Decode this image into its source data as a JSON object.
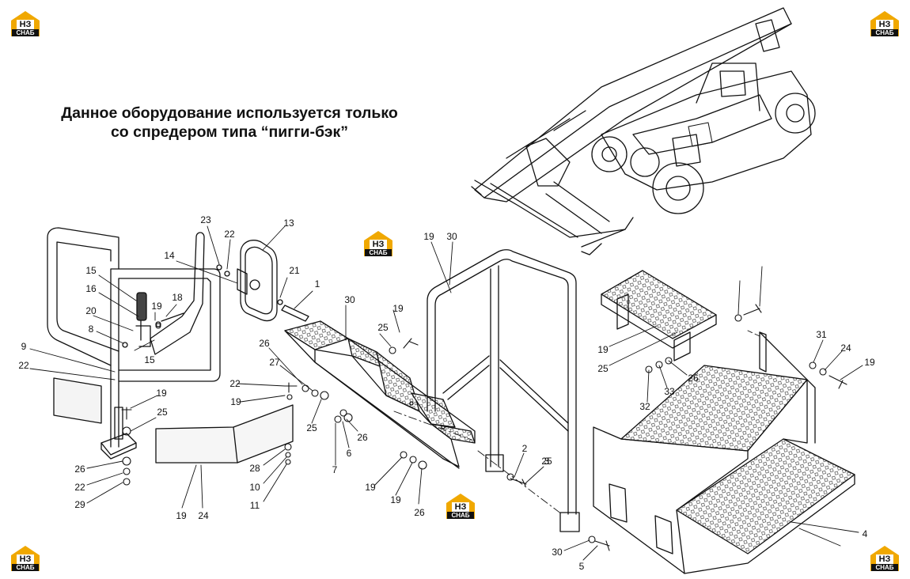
{
  "title": {
    "line1": "Данное оборудование используется только",
    "line2": "со спредером типа “пигги-бэк”"
  },
  "logo": {
    "mark": "НЗ",
    "sub": "СНАБ",
    "color": "#f0a800"
  },
  "callouts": [
    "23",
    "22",
    "13",
    "14",
    "15",
    "16",
    "19",
    "18",
    "15",
    "20",
    "8",
    "9",
    "22",
    "21",
    "1",
    "30",
    "19",
    "25",
    "26",
    "27",
    "22",
    "19",
    "25",
    "26",
    "6",
    "7",
    "19",
    "30",
    "2",
    "3",
    "19",
    "25",
    "26",
    "33",
    "32",
    "31",
    "24",
    "19",
    "19",
    "25",
    "26",
    "22",
    "29",
    "28",
    "10",
    "11",
    "19",
    "24",
    "26",
    "25",
    "19",
    "19",
    "30",
    "5",
    "4"
  ]
}
